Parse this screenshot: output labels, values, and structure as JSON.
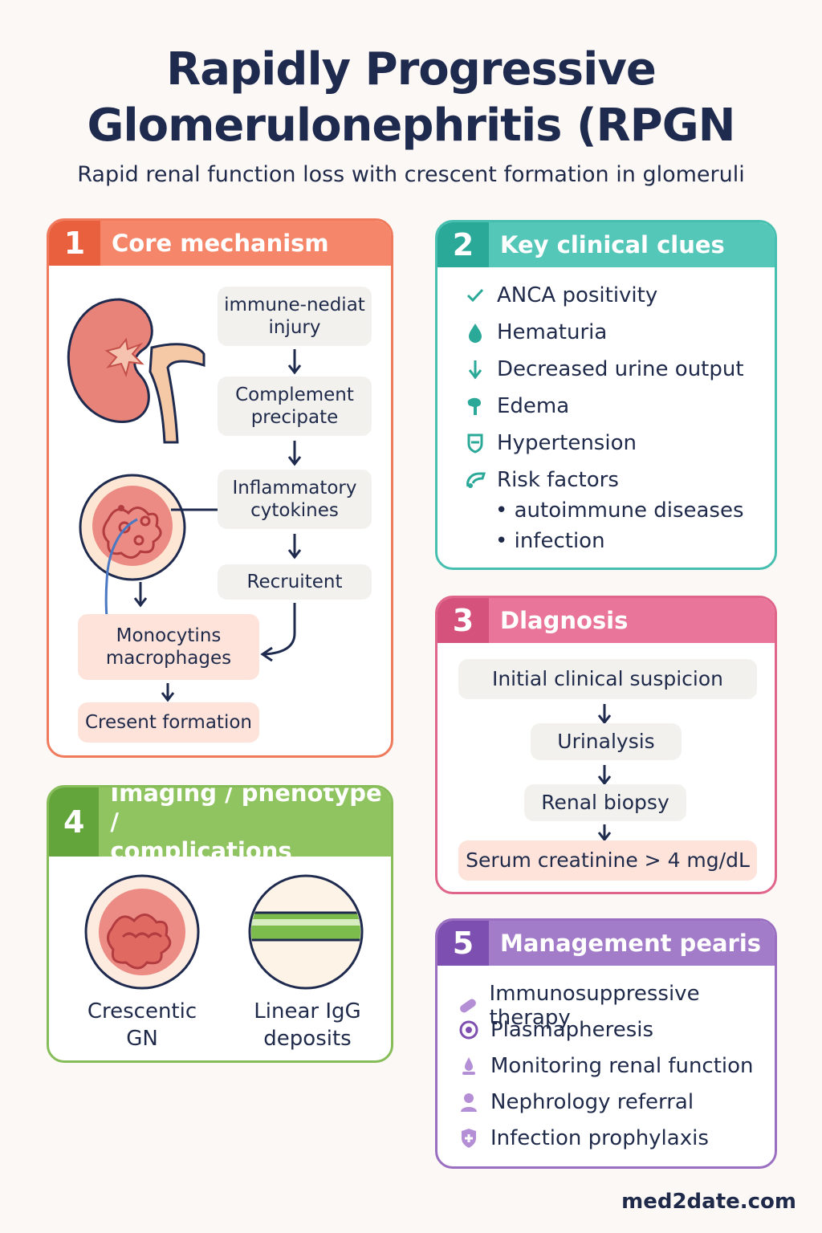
{
  "title_line1": "Rapidly Progressive",
  "title_line2": "Glomerulonephritis (RPGN",
  "subtitle": "Rapid renal function loss with crescent formation in glomeruli",
  "sections": {
    "mechanism": {
      "number": "1",
      "title": "Core mechanism",
      "steps": [
        "immune-nediat injury",
        "Complement precipate",
        "Inflammatory cytokines",
        "Recruitent"
      ],
      "monocytes": "Monocytins macrophages",
      "crescent": "Cresent formation"
    },
    "clues": {
      "number": "2",
      "title": "Key clinical clues",
      "items": [
        {
          "icon": "check-icon",
          "label": "ANCA positivity"
        },
        {
          "icon": "droplet-icon",
          "label": "Hematuria"
        },
        {
          "icon": "arrow-down-icon",
          "label": "Decreased urine output"
        },
        {
          "icon": "edema-icon",
          "label": "Edema"
        },
        {
          "icon": "shield-icon",
          "label": "Hypertension"
        },
        {
          "icon": "risk-icon",
          "label": "Risk factors"
        }
      ],
      "risk_factors": [
        "autoimmune diseases",
        "infection"
      ]
    },
    "diagnosis": {
      "number": "3",
      "title": "Dlagnosis",
      "steps": [
        "Initial clinical suspicion",
        "Urinalysis",
        "Renal biopsy",
        "Serum creatinine > 4 mg/dL"
      ]
    },
    "imaging": {
      "number": "4",
      "title_line1": "Imaging / phenotype /",
      "title_line2": "complications",
      "captions": [
        {
          "line1": "Crescentic",
          "line2": "GN"
        },
        {
          "line1": "Linear IgG",
          "line2": "deposits"
        }
      ]
    },
    "management": {
      "number": "5",
      "title": "Management pearis",
      "items": [
        {
          "icon": "pill-icon",
          "label": "Immunosuppressive therapy"
        },
        {
          "icon": "target-icon",
          "label": "Plasmapheresis"
        },
        {
          "icon": "monitor-icon",
          "label": "Monitoring renal function"
        },
        {
          "icon": "doctor-icon",
          "label": "Nephrology referral"
        },
        {
          "icon": "shield-cross-icon",
          "label": "Infection prophylaxis"
        }
      ]
    }
  },
  "footer": "med2date.com",
  "colors": {
    "mechanism": "#f5866a",
    "clues": "#55c7b8",
    "diagnosis": "#e9769a",
    "imaging": "#8fc461",
    "management": "#a27cc8",
    "navy": "#1f2a4f"
  }
}
